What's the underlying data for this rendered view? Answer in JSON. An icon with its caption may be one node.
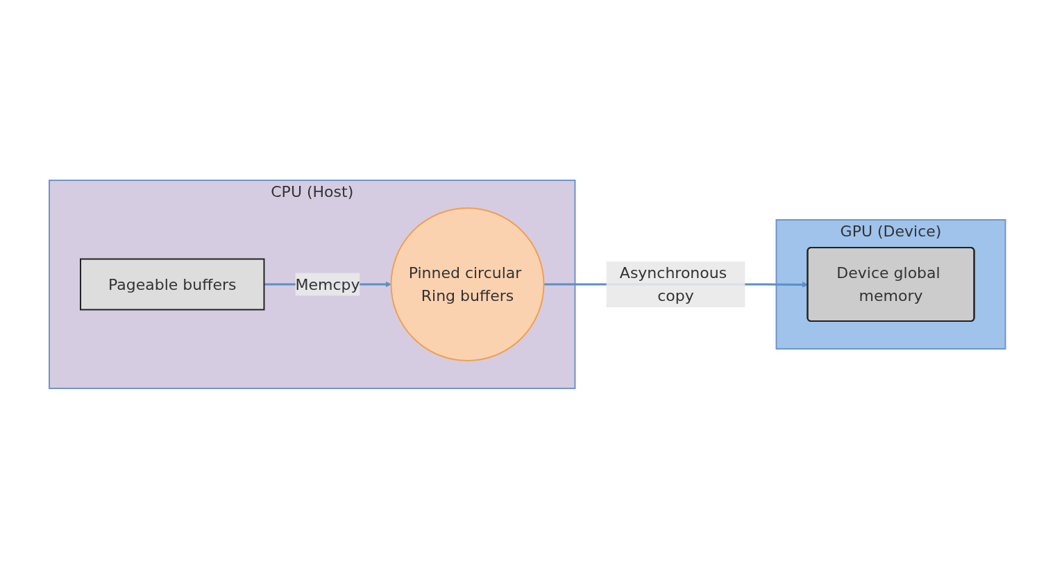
{
  "diagram": {
    "nodes": [
      {
        "text": [
          "CPU (Host)"
        ]
      },
      {
        "text": [
          "Pageable buffers"
        ],
        "in": 0
      },
      {
        "text": [
          "Pinned circular Ring buffers"
        ],
        "in": 0
      },
      {
        "text": [
          "GPU (Device)"
        ]
      },
      {
        "text": [
          "Device global memory"
        ],
        "in": 3
      }
    ],
    "edges": [
      {
        "from": 1,
        "to": 2,
        "arrow": "to",
        "label": "Memcpy"
      },
      {
        "from": 2,
        "to": 4,
        "arrow": "to",
        "label": "Asynchronous copy"
      }
    ]
  }
}
